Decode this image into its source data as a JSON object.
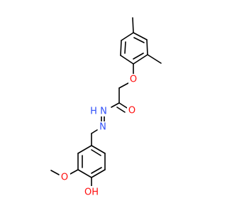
{
  "colors": {
    "background": "#ffffff",
    "bond": "#000000",
    "oxygen": "#ff0d0d",
    "nitrogen": "#3050f8"
  },
  "atoms": {
    "ether_o": "O",
    "carbonyl_o": "O",
    "nh": "N",
    "nh_h": "H",
    "imine_n": "N",
    "methoxy_o": "O",
    "hydroxyl": "OH"
  }
}
